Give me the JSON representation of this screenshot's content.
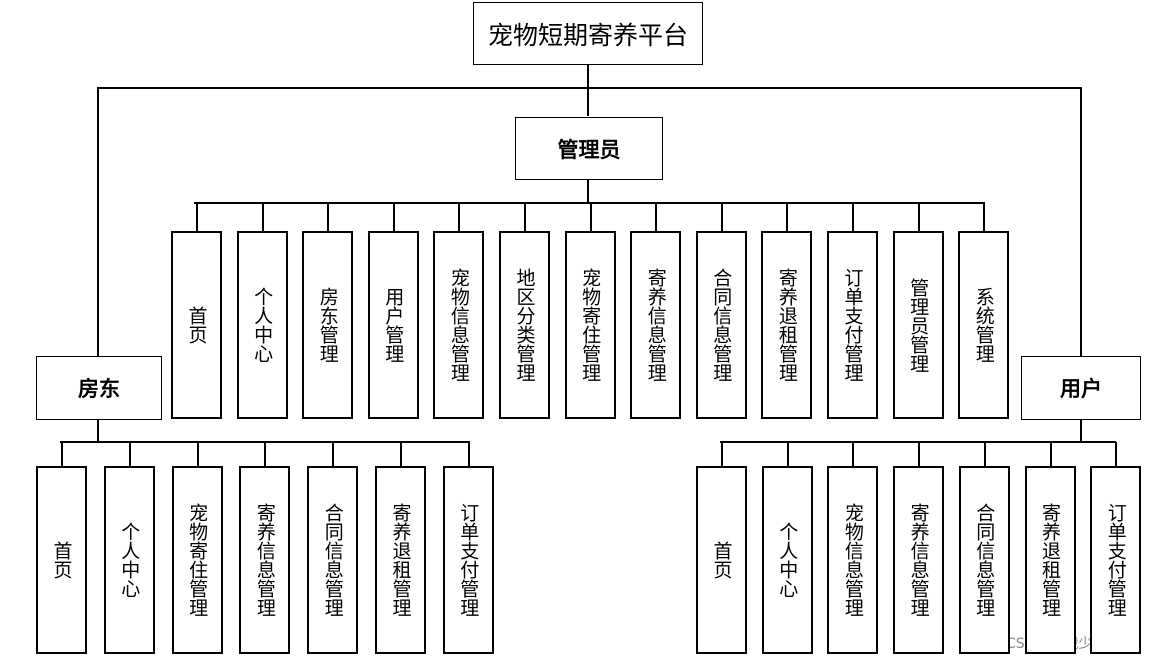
{
  "title": "宠物短期寄养平台",
  "roles": {
    "admin": {
      "label": "管理员",
      "modules": [
        "首页",
        "个人中心",
        "房东管理",
        "用户管理",
        "宠物信息管理",
        "地区分类管理",
        "宠物寄住管理",
        "寄养信息管理",
        "合同信息管理",
        "寄养退租管理",
        "订单支付管理",
        "管理员管理",
        "系统管理"
      ]
    },
    "landlord": {
      "label": "房东",
      "modules": [
        "首页",
        "个人中心",
        "宠物寄住管理",
        "寄养信息管理",
        "合同信息管理",
        "寄养退租管理",
        "订单支付管理"
      ]
    },
    "user": {
      "label": "用户",
      "modules": [
        "首页",
        "个人中心",
        "宠物信息管理",
        "寄养信息管理",
        "合同信息管理",
        "寄养退租管理",
        "订单支付管理"
      ]
    }
  },
  "watermark": "CSDN @战少学长"
}
